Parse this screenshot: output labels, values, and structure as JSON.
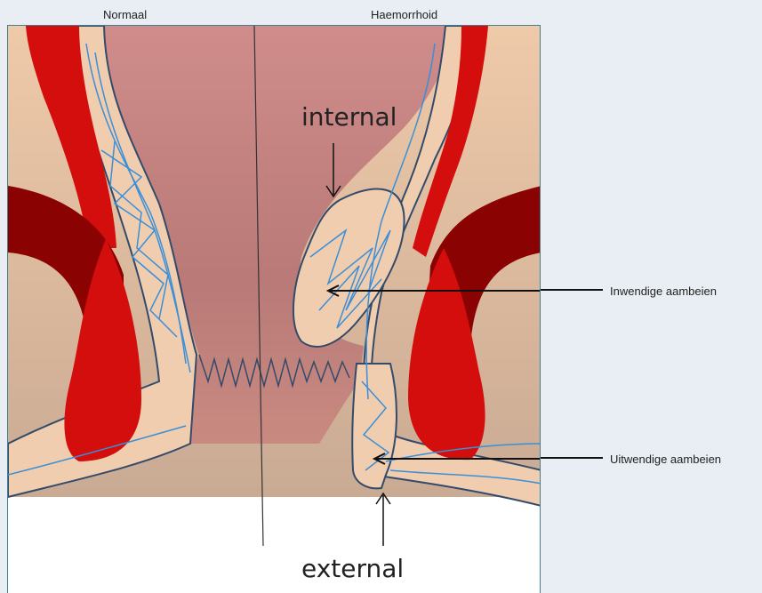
{
  "labels": {
    "normal": "Normaal",
    "haemorrhoid": "Haemorrhoid",
    "internal": "internal",
    "external": "external",
    "inwendig": "Inwendige aambeien",
    "uitwendig": "Uitwendige aambeien"
  },
  "colors": {
    "skin": "#f1cdb0",
    "mucosa": "#c98883",
    "muscle_red": "#d40d0d",
    "muscle_dark": "#8a0202",
    "vessels": "#3a8fd6",
    "outline": "#334b6b",
    "frame": "#3f7f8f"
  }
}
